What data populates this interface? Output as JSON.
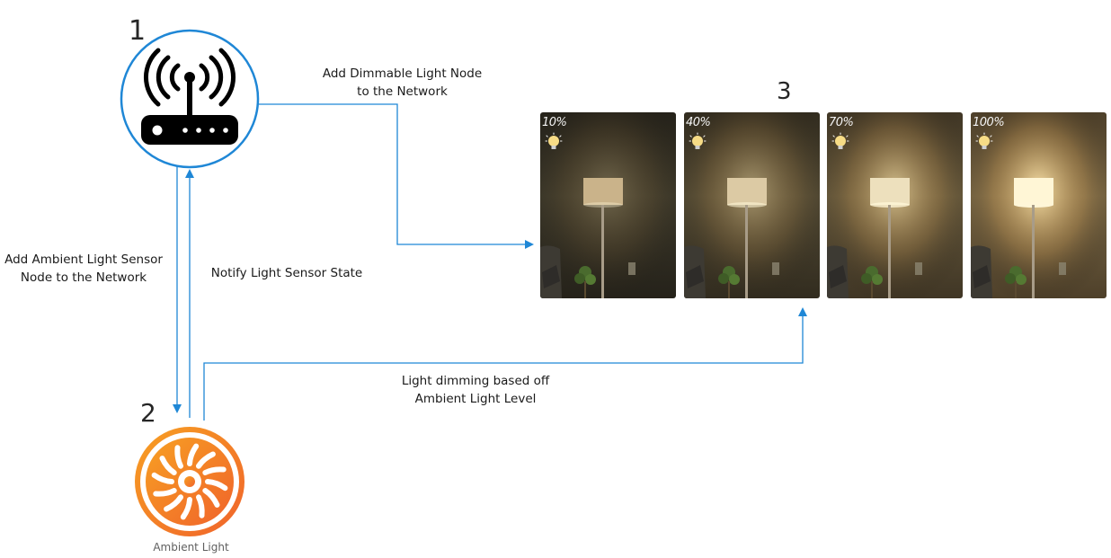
{
  "nodes": {
    "router": {
      "number": "1",
      "icon": "wifi-router-icon",
      "border_color": "#1f87d6"
    },
    "sensor": {
      "number": "2",
      "icon": "sun-sensor-icon",
      "caption": "Ambient Light",
      "gradient": [
        "#f7a023",
        "#f0632b"
      ]
    },
    "lamp": {
      "number": "3"
    }
  },
  "connections": {
    "add_dimmable": {
      "line1": "Add Dimmable Light Node",
      "line2": "to the Network"
    },
    "add_sensor": {
      "line1": "Add Ambient Light Sensor",
      "line2": "Node to the Network"
    },
    "notify": {
      "text": "Notify Light Sensor State"
    },
    "dimming": {
      "line1": "Light dimming based off",
      "line2": "Ambient Light Level"
    },
    "arrow_color": "#1f87d6"
  },
  "brightness_levels": [
    {
      "label": "10%",
      "level": 0.1
    },
    {
      "label": "40%",
      "level": 0.4
    },
    {
      "label": "70%",
      "level": 0.7
    },
    {
      "label": "100%",
      "level": 1.0
    }
  ]
}
